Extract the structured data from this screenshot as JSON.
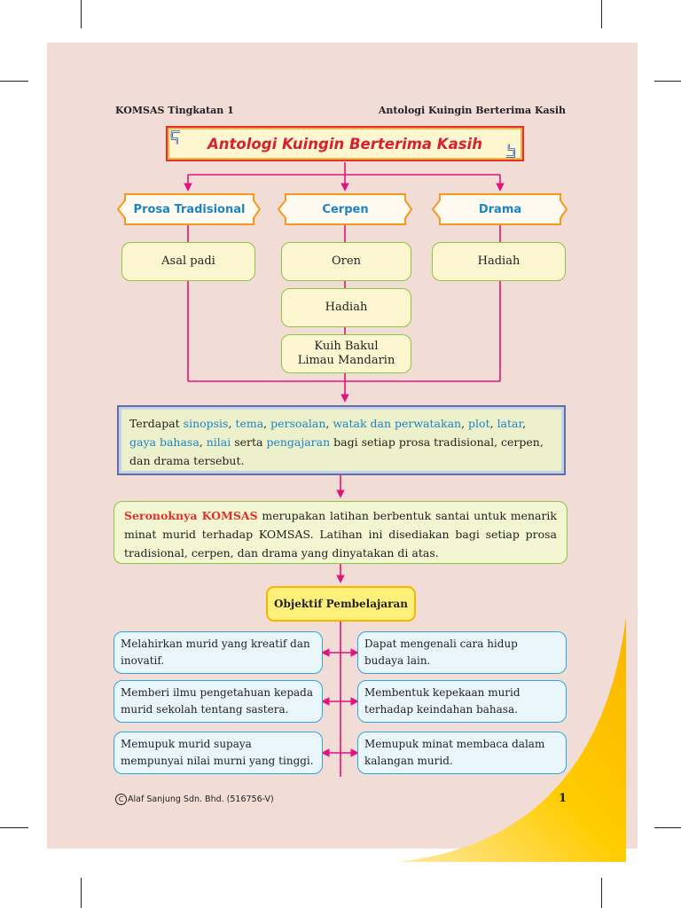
{
  "header": {
    "left": "KOMSAS Tingkatan 1",
    "right": "Antologi Kuingin Berterima Kasih"
  },
  "title": "Antologi Kuingin Berterima Kasih",
  "categories": [
    {
      "label": "Prosa Tradisional",
      "works": [
        "Asal padi"
      ]
    },
    {
      "label": "Cerpen",
      "works": [
        "Oren",
        "Hadiah",
        "Kuih Bakul\nLimau Mandarin"
      ]
    },
    {
      "label": "Drama",
      "works": [
        "Hadiah"
      ]
    }
  ],
  "elements_box": {
    "prefix": "Terdapat ",
    "terms": [
      "sinopsis",
      "tema",
      "persoalan",
      "watak dan perwatakan",
      "plot",
      "latar",
      "gaya bahasa",
      "nilai",
      "pengajaran"
    ],
    "sep_comma": ", ",
    "sep_and": " serta ",
    "suffix": " bagi setiap prosa tradisional, cerpen, dan drama tersebut."
  },
  "seronoknya_box": {
    "highlight": "Seronoknya KOMSAS",
    "text": " merupakan latihan berbentuk santai untuk menarik minat murid terhadap KOMSAS. Latihan ini disediakan bagi setiap prosa tradisional, cerpen, dan drama yang dinyatakan di atas."
  },
  "objectives_title": "Objektif Pembelajaran",
  "objectives": [
    "Melahirkan murid yang kreatif dan inovatif.",
    "Dapat mengenali cara hidup budaya lain.",
    "Memberi ilmu pengetahuan kepada murid sekolah tentang sastera.",
    "Membentuk kepekaan murid terhadap keindahan bahasa.",
    "Memupuk murid supaya mempunyai nilai murni yang tinggi.",
    "Memupuk minat membaca dalam kalangan murid."
  ],
  "footer": {
    "copyright_symbol": "C",
    "publisher": "Alaf Sanjung Sdn. Bhd. (516756-V)",
    "page_number": "1"
  },
  "colors": {
    "page_bg": "#f1dcd6",
    "connector": "#e2127f",
    "title_red": "#d4232f",
    "category_blue": "#1d84c4",
    "green_border": "#8cc63f",
    "objective_border": "#2aa9df",
    "objective_title_bg": "#fff07a",
    "swoosh_yellow": "#ffd200"
  }
}
